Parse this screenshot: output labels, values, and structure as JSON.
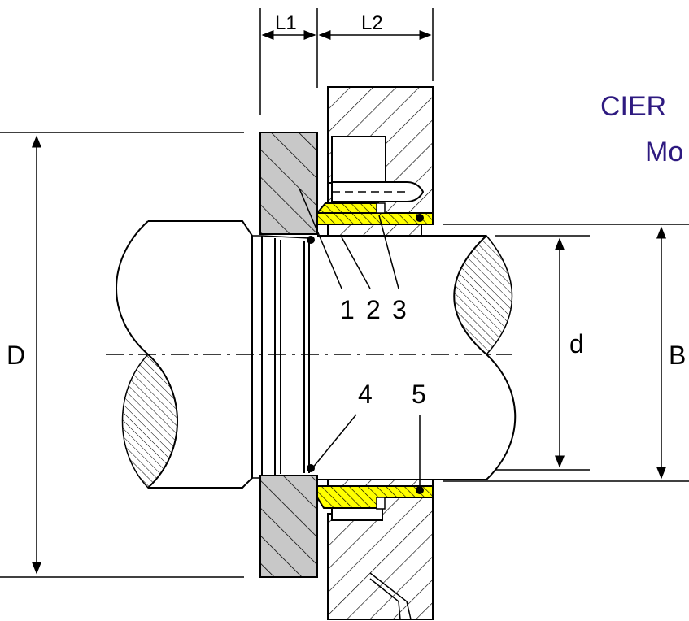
{
  "dimensions": {
    "L1": "L1",
    "L2": "L2",
    "D": "D",
    "d": "d",
    "B": "B"
  },
  "parts": {
    "p1": "1",
    "p2": "2",
    "p3": "3",
    "p4": "4",
    "p5": "5"
  },
  "title": {
    "line1": "CIER",
    "line2": "Mo"
  },
  "colors": {
    "seat_gray": "#c8c8c8",
    "sleeve_yellow": "#ffff00",
    "title_blue": "#2e1a80",
    "line": "#000000"
  }
}
